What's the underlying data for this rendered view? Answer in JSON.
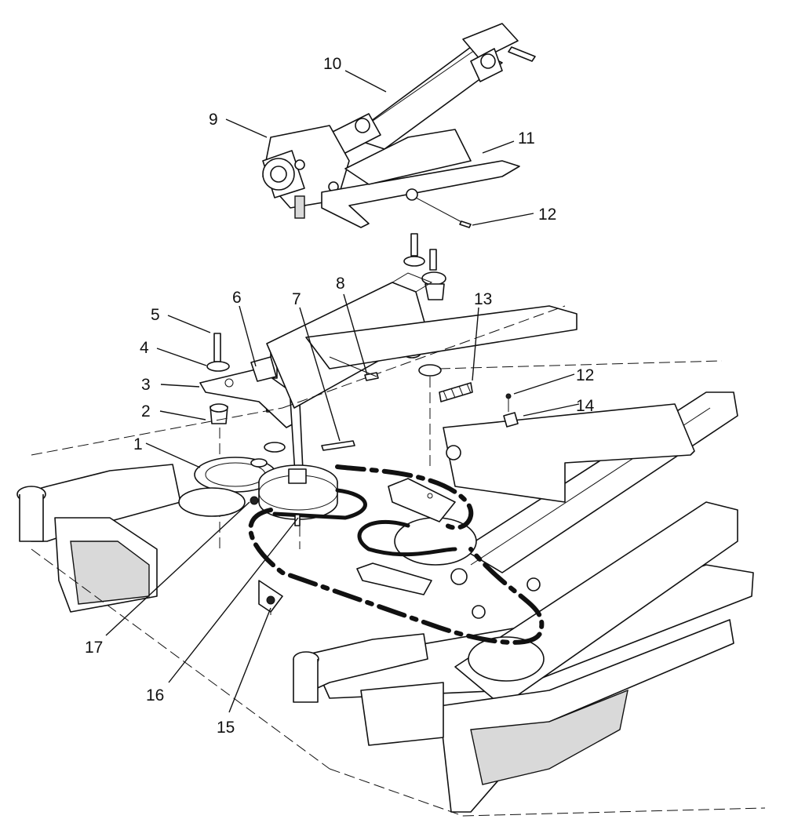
{
  "diagram": {
    "callouts": [
      {
        "id": "c1",
        "label": "1"
      },
      {
        "id": "c2",
        "label": "2"
      },
      {
        "id": "c3",
        "label": "3"
      },
      {
        "id": "c4",
        "label": "4"
      },
      {
        "id": "c5",
        "label": "5"
      },
      {
        "id": "c6",
        "label": "6"
      },
      {
        "id": "c7",
        "label": "7"
      },
      {
        "id": "c8",
        "label": "8"
      },
      {
        "id": "c9",
        "label": "9"
      },
      {
        "id": "c10",
        "label": "10"
      },
      {
        "id": "c11",
        "label": "11"
      },
      {
        "id": "c12a",
        "label": "12"
      },
      {
        "id": "c12b",
        "label": "12"
      },
      {
        "id": "c13",
        "label": "13"
      },
      {
        "id": "c14",
        "label": "14"
      },
      {
        "id": "c15",
        "label": "15"
      },
      {
        "id": "c16",
        "label": "16"
      },
      {
        "id": "c17",
        "label": "17"
      }
    ]
  }
}
